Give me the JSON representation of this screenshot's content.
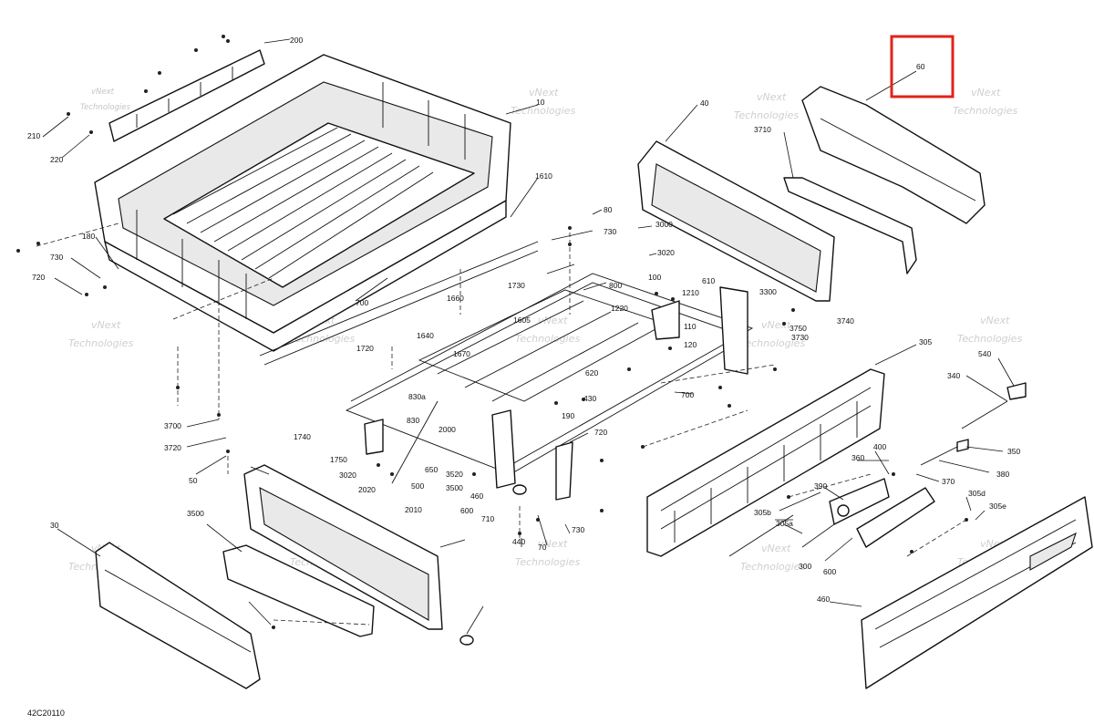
{
  "figure_code": "42C20110",
  "watermark": {
    "line1": "vNext",
    "line2": "Technologies"
  },
  "part_labels": [
    "200",
    "210",
    "220",
    "10",
    "1610",
    "180",
    "730",
    "720",
    "700",
    "1660",
    "1640",
    "1605",
    "1670",
    "1720",
    "830a",
    "830",
    "1740",
    "1750",
    "3020",
    "2020",
    "2010",
    "2000",
    "1730",
    "80",
    "730",
    "3000",
    "3020",
    "800",
    "100",
    "1210",
    "1220",
    "110",
    "120",
    "610",
    "3300",
    "3750",
    "3740",
    "3730",
    "40",
    "3710",
    "60",
    "305",
    "340",
    "540",
    "350",
    "380",
    "370",
    "400",
    "360",
    "390",
    "305d",
    "305e",
    "305b",
    "305a",
    "300",
    "600",
    "460",
    "620",
    "430",
    "190",
    "720",
    "650",
    "3520",
    "3500",
    "500",
    "460",
    "600",
    "710",
    "440",
    "70",
    "730",
    "700",
    "50",
    "3700",
    "3720",
    "30",
    "3500"
  ],
  "highlight_color": "#e2231a"
}
